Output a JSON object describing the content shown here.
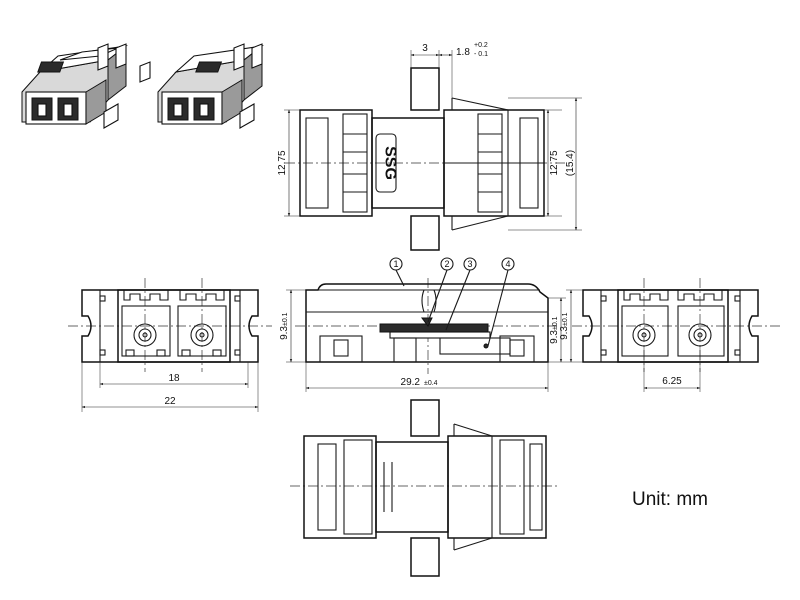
{
  "dimensions": {
    "top_flange_offset": "3",
    "top_flange_width": "1.8",
    "top_flange_tol_upper": "+0.2",
    "top_flange_tol_lower": "- 0.1",
    "left_height": "12.75",
    "right_height": "12.75",
    "right_height_ref": "(15.4)",
    "front_width_inner": "18",
    "front_width_overall": "22",
    "front_height": "9.3",
    "front_height_tol": "±0.1",
    "side_length": "29.2",
    "side_length_tol": "±0.4",
    "side_height": "9.3",
    "side_height_tol": "±0.1",
    "rear_height": "9.3",
    "rear_height_tol": "±0.1",
    "rear_pitch": "6.25"
  },
  "callouts": [
    "1",
    "2",
    "3",
    "4"
  ],
  "logo_text": "SSG",
  "unit_label": "Unit: mm"
}
